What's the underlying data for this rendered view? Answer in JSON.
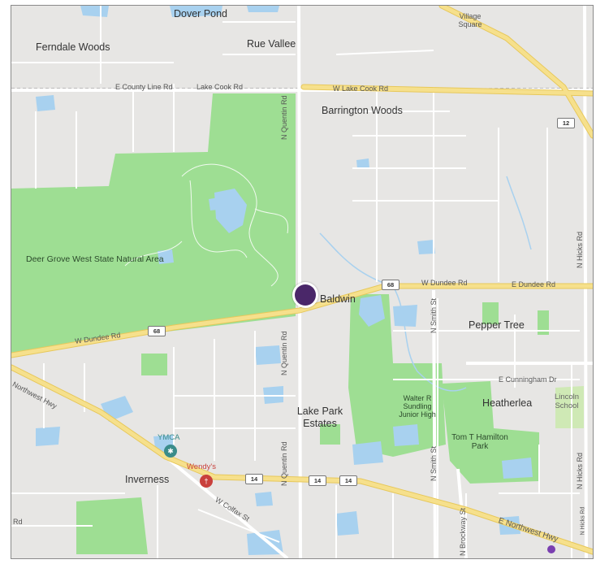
{
  "colors": {
    "land": "#e7e6e4",
    "park": "#9ede93",
    "water": "#a8d1ef",
    "highway": "#f1d97e",
    "road": "#ffffff",
    "location_marker": "#4a2769",
    "poi_food": "#c9403c",
    "poi_ymca": "#3a8c8a"
  },
  "places": {
    "dover_pond": "Dover Pond",
    "ferndale_woods": "Ferndale Woods",
    "rue_vallee": "Rue Vallee",
    "village_square": "Village Square",
    "barrington_woods": "Barrington Woods",
    "baldwin": "Baldwin",
    "pepper_tree": "Pepper Tree",
    "heatherlea": "Heatherlea",
    "lake_park_estates": "Lake Park Estates",
    "inverness": "Inverness"
  },
  "parks": {
    "deer_grove": "Deer Grove West State Natural Area",
    "walter_sundling": "Walter R Sundling Junior High",
    "tom_hamilton": "Tom T Hamilton Park",
    "lincoln_school": "Lincoln School"
  },
  "roads": {
    "county_line": "E County Line Rd",
    "lake_cook_w": "Lake Cook Rd",
    "lake_cook_e": "W Lake Cook Rd",
    "quentin_1": "N Quentin Rd",
    "quentin_2": "N Quentin Rd",
    "quentin_3": "N Quentin Rd",
    "dundee_w": "W Dundee Rd",
    "dundee_e1": "W Dundee Rd",
    "dundee_e2": "E Dundee Rd",
    "northwest_hwy_w": "Northwest Hwy",
    "northwest_hwy_e": "E Northwest Hwy",
    "smith_1": "N Smith St",
    "smith_2": "N Smith St",
    "cunningham": "E Cunningham Dr",
    "hicks_1": "N Hicks Rd",
    "hicks_2": "N Hicks Rd",
    "hicks_3": "N Hicks Rd",
    "colfax": "W Colfax St",
    "brockway": "N Brockway St",
    "rd_left": "Rd"
  },
  "shields": {
    "s12": "12",
    "s68_w": "68",
    "s68_e": "68",
    "s14_a": "14",
    "s14_b": "14",
    "s14_c": "14"
  },
  "pois": {
    "ymca": "YMCA",
    "wendys": "Wendy's"
  },
  "icons": {
    "ymca": "fitness-icon",
    "wendys": "restaurant-icon",
    "location": "location-marker-icon"
  }
}
